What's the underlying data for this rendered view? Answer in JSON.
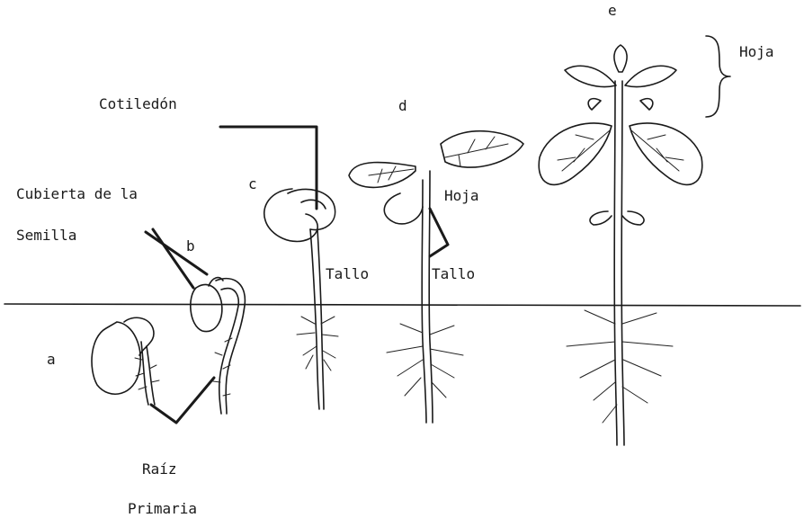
{
  "stages": {
    "a": "a",
    "b": "b",
    "c": "c",
    "d": "d",
    "e": "e"
  },
  "labels": {
    "cotiledon": "Cotiledón",
    "cubierta_line1": "Cubierta de la",
    "cubierta_line2": "Semilla",
    "tallo_c": "Tallo",
    "tallo_d": "Tallo",
    "hoja_d": "Hoja",
    "hoja_e": "Hoja",
    "raiz_line1": "Raíz",
    "raiz_line2": "Primaria"
  }
}
